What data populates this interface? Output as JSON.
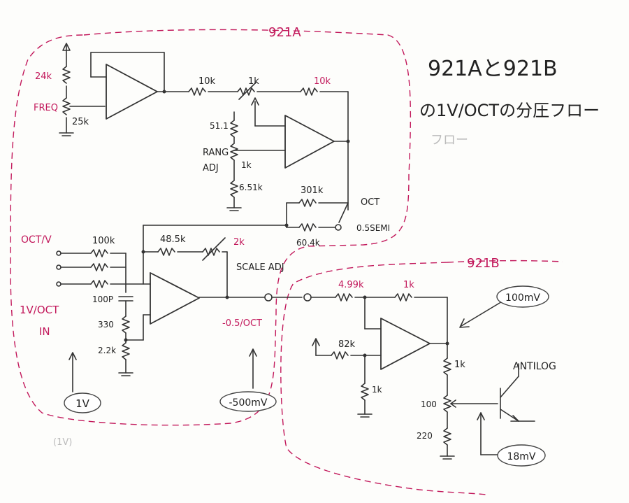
{
  "title_line1": "921Aと921B",
  "title_line2": "の1V/OCTの分圧フロー",
  "title_line3": "フロー",
  "block_a": "921A",
  "block_b": "921B",
  "labels": {
    "r24k": "24k",
    "freq": "FREQ",
    "r25k": "25k",
    "r10k_a": "10k",
    "r1k_a": "1k",
    "r10k_b": "10k",
    "r51k": "51.1",
    "rang": "RANG",
    "adj": "ADJ",
    "r1k_b": "1k",
    "r651k": "6.51k",
    "r301k": "301k",
    "oct": "OCT",
    "r604k": "60.4k",
    "semi": "0.5SEMI",
    "octv": "OCT/V",
    "r100k": "100k",
    "r485k": "48.5k",
    "r2k": "2k",
    "scaleadj": "SCALE ADJ",
    "c100p": "100P",
    "r330": "330",
    "r22k": "2.2k",
    "in1": "1V/OCT",
    "in2": "IN",
    "out05": "-0.5/OCT",
    "r499k": "4.99k",
    "r1k_c": "1k",
    "r82k": "82k",
    "r1k_d": "1k",
    "r1k_e": "1k",
    "r100": "100",
    "r220": "220",
    "antilog": "ANTILOG"
  },
  "callouts": {
    "v1": "1V",
    "v500": "-500mV",
    "v100": "100mV",
    "v18": "18mV",
    "faint": "(1V)"
  }
}
